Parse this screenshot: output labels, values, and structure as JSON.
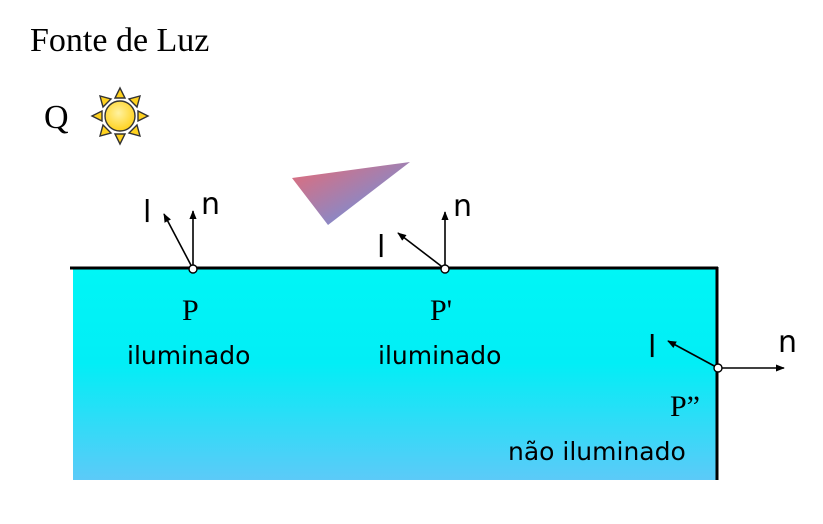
{
  "title": "Fonte de Luz",
  "light_source": {
    "label": "Q",
    "icon": "sun-icon",
    "color": "#FFD21F"
  },
  "surface": {
    "color_top": "#00F6F6",
    "color_bottom": "#5CCAF8"
  },
  "vector_labels": {
    "light": "l",
    "normal": "n"
  },
  "points": [
    {
      "name": "P",
      "status": "iluminado"
    },
    {
      "name": "P'",
      "status": "iluminado"
    },
    {
      "name": "P”",
      "status": "não iluminado"
    }
  ],
  "wedge_colors": [
    "#E86A74",
    "#5B97EE"
  ]
}
